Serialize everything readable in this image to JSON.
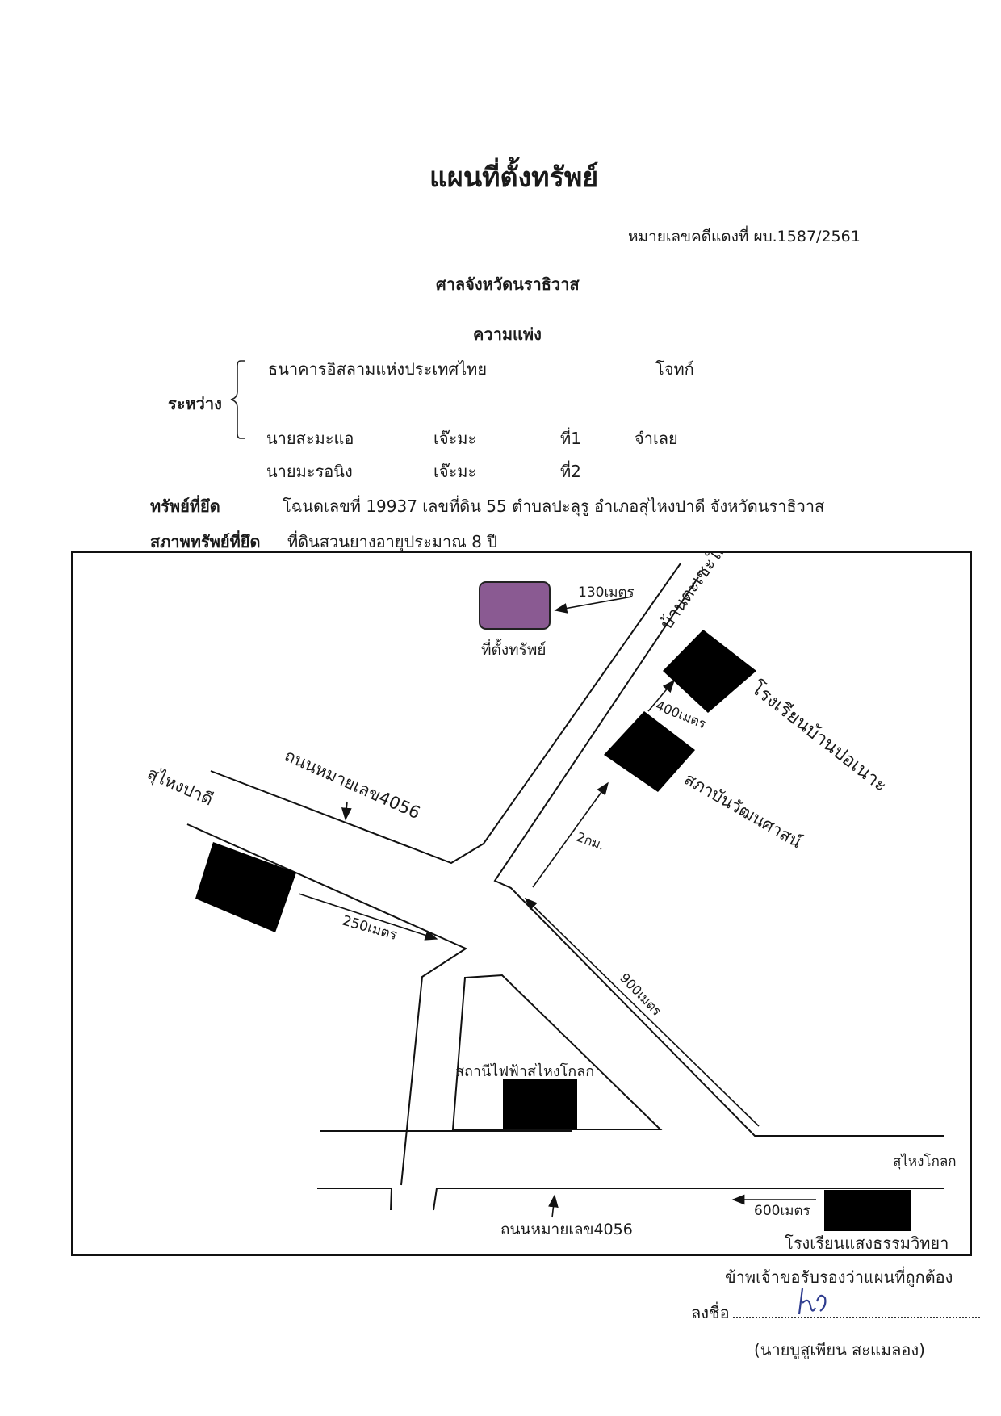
{
  "document": {
    "title": "แผนที่ตั้งทรัพย์",
    "case_number": "หมายเลขคดีแดงที่ ผบ.1587/2561",
    "court": "ศาลจังหวัดนราธิวาส",
    "case_type": "ความแพ่ง",
    "between_label": "ระหว่าง",
    "plaintiff": {
      "name": "ธนาคารอิสลามแห่งประเทศไทย",
      "role": "โจทก์"
    },
    "defendants": [
      {
        "name": "นายสะมะแอ",
        "surname": "เจ๊ะมะ",
        "number": "ที่1",
        "role": "จำเลย"
      },
      {
        "name": "นายมะรอนิง",
        "surname": "เจ๊ะมะ",
        "number": "ที่2",
        "role": ""
      }
    ],
    "seized_property_label": "ทรัพย์ที่ยึด",
    "seized_property_value": "โฉนดเลขที่ 19937 เลขที่ดิน 55 ตำบลปะลุรู อำเภอสุไหงปาดี จังหวัดนราธิวาส",
    "property_condition_label": "สภาพทรัพย์ที่ยึด",
    "property_condition_value": "ที่ดินสวนยางอายุประมาณ 8 ปี"
  },
  "map": {
    "property_label": "ที่ตั้งทรัพย์",
    "property_color": "#8a5a92",
    "landmark_color": "#000000",
    "labels": {
      "dist_130": "130เมตร",
      "village": "บ้านตะเซะใต้",
      "school_ban_po_nae": "โรงเรียนบ้านปอเนาะ",
      "dist_400": "400เมตร",
      "institute": "สภาบันวัฒนศาสน์",
      "road_top": "ถนนหมายเลข4056",
      "sungai_padi": "สุไหงปาดี",
      "dist_2km": "2กม.",
      "dist_250": "250เมตร",
      "dist_900": "900เมตร",
      "power_station": "สถานีไฟฟ้าสไหงโกลก",
      "sungai_kolok": "สุไหงโกลก",
      "dist_600": "600เมตร",
      "road_bottom": "ถนนหมายเลข4056",
      "school_saeng_tham": "โรงเรียนแสงธรรมวิทยา"
    }
  },
  "footer": {
    "certification": "ข้าพเจ้าขอรับรองว่าแผนที่ถูกต้อง",
    "sign_label": "ลงชื่อ",
    "signer": "(นายบูสูเพียน  สะแมลอง)"
  }
}
